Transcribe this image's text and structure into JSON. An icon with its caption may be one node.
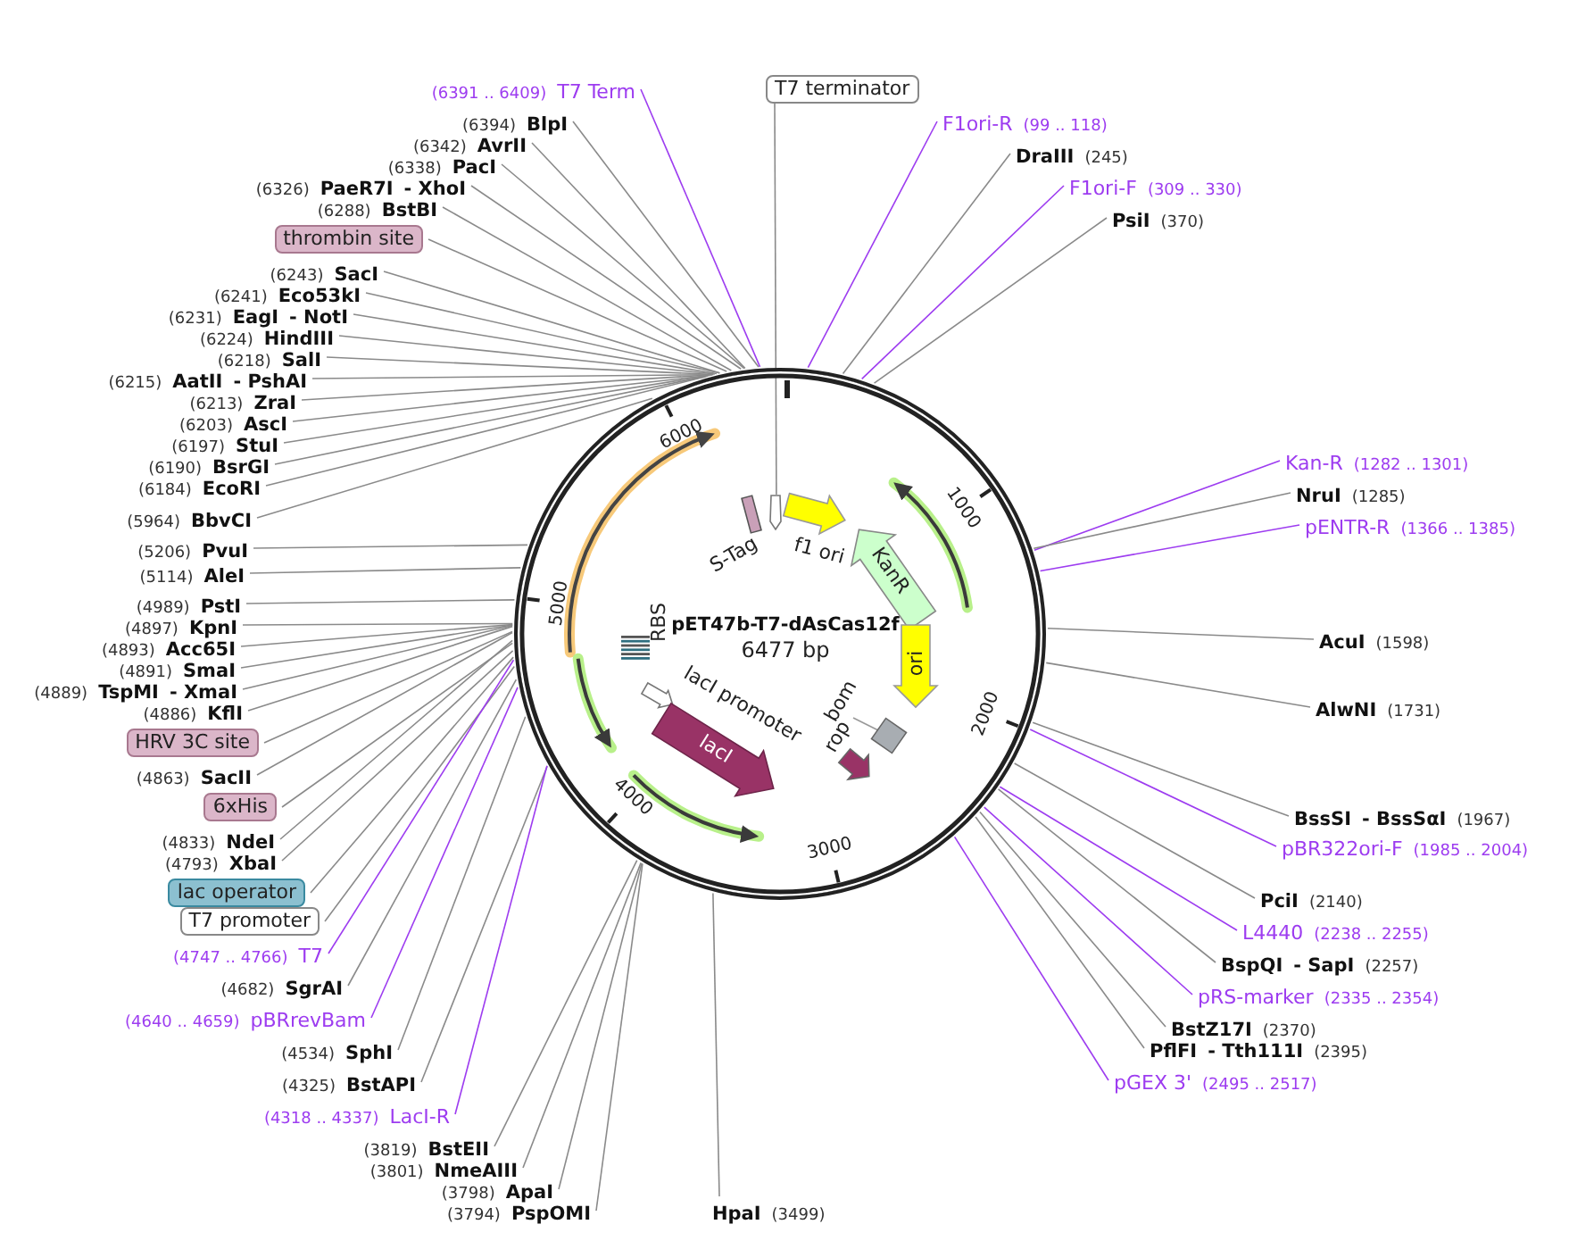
{
  "diagram": {
    "title": "pET47b-T7-dAsCas12f",
    "nodes": [
      {
        "text": [
          "(6391 .. 6409)",
          "T7 Term"
        ]
      },
      {
        "text": [
          "(6394)",
          "BlpI"
        ]
      },
      {
        "text": [
          "(6342)",
          "AvrII"
        ]
      },
      {
        "text": [
          "(6338)",
          "PacI"
        ]
      },
      {
        "text": [
          "(6326)",
          "PaeR7I",
          "- XhoI"
        ]
      },
      {
        "text": [
          "(6288)",
          "BstBI"
        ]
      },
      {
        "text": [
          "thrombin site"
        ]
      },
      {
        "text": [
          "(6243)",
          "SacI"
        ]
      },
      {
        "text": [
          "(6241)",
          "Eco53kI"
        ]
      },
      {
        "text": [
          "(6231)",
          "EagI",
          "- NotI"
        ]
      },
      {
        "text": [
          "(6224)",
          "HindIII"
        ]
      },
      {
        "text": [
          "(6218)",
          "SalI"
        ]
      },
      {
        "text": [
          "(6215)",
          "AatII",
          "- PshAI"
        ]
      },
      {
        "text": [
          "(6213)",
          "ZraI"
        ]
      },
      {
        "text": [
          "(6203)",
          "AscI"
        ]
      },
      {
        "text": [
          "(6197)",
          "StuI"
        ]
      },
      {
        "text": [
          "(6190)",
          "BsrGI"
        ]
      },
      {
        "text": [
          "(6184)",
          "EcoRI"
        ]
      },
      {
        "text": [
          "(5964)",
          "BbvCI"
        ]
      },
      {
        "text": [
          "(5206)",
          "PvuI"
        ]
      },
      {
        "text": [
          "(5114)",
          "AleI"
        ]
      },
      {
        "text": [
          "(4989)",
          "PstI"
        ]
      },
      {
        "text": [
          "(4897)",
          "KpnI"
        ]
      },
      {
        "text": [
          "(4893)",
          "Acc65I"
        ]
      },
      {
        "text": [
          "(4891)",
          "SmaI"
        ]
      },
      {
        "text": [
          "(4889)",
          "TspMI",
          "- XmaI"
        ]
      },
      {
        "text": [
          "(4886)",
          "KflI"
        ]
      },
      {
        "text": [
          "HRV 3C site"
        ]
      },
      {
        "text": [
          "(4863)",
          "SacII"
        ]
      },
      {
        "text": [
          "6xHis"
        ]
      },
      {
        "text": [
          "(4833)",
          "NdeI"
        ]
      },
      {
        "text": [
          "(4793)",
          "XbaI"
        ]
      },
      {
        "text": [
          "lac operator"
        ]
      },
      {
        "text": [
          "T7 promoter"
        ]
      },
      {
        "text": [
          "(4747 .. 4766)",
          "T7"
        ]
      },
      {
        "text": [
          "(4682)",
          "SgrAI"
        ]
      },
      {
        "text": [
          "(4640 .. 4659)",
          "pBRrevBam"
        ]
      },
      {
        "text": [
          "(4534)",
          "SphI"
        ]
      },
      {
        "text": [
          "(4325)",
          "BstAPI"
        ]
      },
      {
        "text": [
          "(4318 .. 4337)",
          "LacI-R"
        ]
      },
      {
        "text": [
          "(3819)",
          "BstEII"
        ]
      },
      {
        "text": [
          "(3801)",
          "NmeAIII"
        ]
      },
      {
        "text": [
          "(3798)",
          "ApaI"
        ]
      },
      {
        "text": [
          "(3794)",
          "PspOMI"
        ]
      },
      {
        "text": [
          "HpaI",
          "(3499)"
        ]
      },
      {
        "text": [
          "T7 terminator"
        ]
      },
      {
        "text": [
          "F1ori-R",
          "(99 .. 118)"
        ]
      },
      {
        "text": [
          "DraIII",
          "(245)"
        ]
      },
      {
        "text": [
          "F1ori-F",
          "(309 .. 330)"
        ]
      },
      {
        "text": [
          "PsiI",
          "(370)"
        ]
      },
      {
        "text": [
          "Kan-R",
          "(1282 .. 1301)"
        ]
      },
      {
        "text": [
          "NruI",
          "(1285)"
        ]
      },
      {
        "text": [
          "pENTR-R",
          "(1366 .. 1385)"
        ]
      },
      {
        "text": [
          "AcuI",
          "(1598)"
        ]
      },
      {
        "text": [
          "AlwNI",
          "(1731)"
        ]
      },
      {
        "text": [
          "BssSI",
          "- BssSαI",
          "(1967)"
        ]
      },
      {
        "text": [
          "pBR322ori-F",
          "(1985 .. 2004)"
        ]
      },
      {
        "text": [
          "PciI",
          "(2140)"
        ]
      },
      {
        "text": [
          "L4440",
          "(2238 .. 2255)"
        ]
      },
      {
        "text": [
          "BspQI",
          "- SapI",
          "(2257)"
        ]
      },
      {
        "text": [
          "pRS-marker",
          "(2335 .. 2354)"
        ]
      },
      {
        "text": [
          "BstZ17I",
          "(2370)"
        ]
      },
      {
        "text": [
          "PflFI",
          "- Tth111I",
          "(2395)"
        ]
      },
      {
        "text": [
          "pGEX 3'",
          "(2495 .. 2517)"
        ]
      },
      {
        "text": [
          "S-Tag"
        ],
        "in": 73
      },
      {
        "text": [
          "f1 ori"
        ],
        "in": 73
      },
      {
        "text": [
          "KanR"
        ],
        "in": 73
      },
      {
        "text": [
          "ori"
        ],
        "in": 73
      },
      {
        "text": [
          "bom"
        ],
        "in": 73
      },
      {
        "text": [
          "rop"
        ],
        "in": 73
      },
      {
        "text": [
          "RBS"
        ],
        "in": 73
      },
      {
        "text": [
          "lacI promoter"
        ],
        "in": 73
      },
      {
        "text": [
          "lacI"
        ],
        "in": 73
      },
      {
        "text": [],
        "shape": "circle"
      },
      {
        "text": [],
        "shape": "box",
        "in": 73
      }
    ],
    "edges": [
      {
        "from": 0,
        "to": 73,
        "arrow": "none",
        "color": "#9d3cf0"
      },
      {
        "from": 1,
        "to": 73,
        "arrow": "none"
      },
      {
        "from": 2,
        "to": 73,
        "arrow": "none"
      },
      {
        "from": 3,
        "to": 73,
        "arrow": "none"
      },
      {
        "from": 4,
        "to": 73,
        "arrow": "none"
      },
      {
        "from": 5,
        "to": 73,
        "arrow": "none"
      },
      {
        "from": 6,
        "to": 73,
        "arrow": "none"
      },
      {
        "from": 7,
        "to": 73,
        "arrow": "none"
      },
      {
        "from": 8,
        "to": 73,
        "arrow": "none"
      },
      {
        "from": 9,
        "to": 73,
        "arrow": "none"
      },
      {
        "from": 10,
        "to": 73,
        "arrow": "none"
      },
      {
        "from": 11,
        "to": 73,
        "arrow": "none"
      },
      {
        "from": 12,
        "to": 73,
        "arrow": "none"
      },
      {
        "from": 13,
        "to": 73,
        "arrow": "none"
      },
      {
        "from": 14,
        "to": 73,
        "arrow": "none"
      },
      {
        "from": 15,
        "to": 73,
        "arrow": "none"
      },
      {
        "from": 16,
        "to": 73,
        "arrow": "none"
      },
      {
        "from": 17,
        "to": 73,
        "arrow": "none"
      },
      {
        "from": 18,
        "to": 73,
        "arrow": "none"
      },
      {
        "from": 19,
        "to": 73,
        "arrow": "none"
      },
      {
        "from": 20,
        "to": 73,
        "arrow": "none"
      },
      {
        "from": 21,
        "to": 73,
        "arrow": "none"
      },
      {
        "from": 22,
        "to": 73,
        "arrow": "none"
      },
      {
        "from": 23,
        "to": 73,
        "arrow": "none"
      },
      {
        "from": 24,
        "to": 73,
        "arrow": "none"
      },
      {
        "from": 25,
        "to": 73,
        "arrow": "none"
      },
      {
        "from": 26,
        "to": 73,
        "arrow": "none"
      },
      {
        "from": 27,
        "to": 73,
        "arrow": "none"
      },
      {
        "from": 28,
        "to": 73,
        "arrow": "none"
      },
      {
        "from": 29,
        "to": 73,
        "arrow": "none"
      },
      {
        "from": 30,
        "to": 73,
        "arrow": "none"
      },
      {
        "from": 31,
        "to": 73,
        "arrow": "none"
      },
      {
        "from": 32,
        "to": 73,
        "arrow": "none"
      },
      {
        "from": 33,
        "to": 73,
        "arrow": "none"
      },
      {
        "from": 34,
        "to": 73,
        "arrow": "none",
        "color": "#9d3cf0"
      },
      {
        "from": 35,
        "to": 73,
        "arrow": "none"
      },
      {
        "from": 36,
        "to": 73,
        "arrow": "none",
        "color": "#9d3cf0"
      },
      {
        "from": 37,
        "to": 73,
        "arrow": "none"
      },
      {
        "from": 38,
        "to": 73,
        "arrow": "none"
      },
      {
        "from": 39,
        "to": 73,
        "arrow": "none",
        "color": "#9d3cf0"
      },
      {
        "from": 40,
        "to": 73,
        "arrow": "none"
      },
      {
        "from": 41,
        "to": 73,
        "arrow": "none"
      },
      {
        "from": 42,
        "to": 73,
        "arrow": "none"
      },
      {
        "from": 43,
        "to": 73,
        "arrow": "none"
      },
      {
        "from": 44,
        "to": 73,
        "arrow": "none"
      },
      {
        "from": 45,
        "to": 74,
        "arrow": "none"
      },
      {
        "from": 46,
        "to": 73,
        "arrow": "none",
        "color": "#9d3cf0"
      },
      {
        "from": 47,
        "to": 73,
        "arrow": "none"
      },
      {
        "from": 48,
        "to": 73,
        "arrow": "none",
        "color": "#9d3cf0"
      },
      {
        "from": 49,
        "to": 73,
        "arrow": "none"
      },
      {
        "from": 50,
        "to": 73,
        "arrow": "none",
        "color": "#9d3cf0"
      },
      {
        "from": 51,
        "to": 73,
        "arrow": "none"
      },
      {
        "from": 52,
        "to": 73,
        "arrow": "none",
        "color": "#9d3cf0"
      },
      {
        "from": 53,
        "to": 73,
        "arrow": "none"
      },
      {
        "from": 54,
        "to": 73,
        "arrow": "none"
      },
      {
        "from": 55,
        "to": 73,
        "arrow": "none"
      },
      {
        "from": 56,
        "to": 73,
        "arrow": "none",
        "color": "#9d3cf0"
      },
      {
        "from": 57,
        "to": 73,
        "arrow": "none"
      },
      {
        "from": 58,
        "to": 73,
        "arrow": "none",
        "color": "#9d3cf0"
      },
      {
        "from": 59,
        "to": 73,
        "arrow": "none"
      },
      {
        "from": 60,
        "to": 73,
        "arrow": "none",
        "color": "#9d3cf0"
      },
      {
        "from": 61,
        "to": 73,
        "arrow": "none"
      },
      {
        "from": 62,
        "to": 73,
        "arrow": "none"
      },
      {
        "from": 63,
        "to": 73,
        "arrow": "none",
        "color": "#9d3cf0"
      }
    ],
    "labels": [
      "6477 bp",
      "1000",
      "2000",
      "3000",
      "4000",
      "5000",
      "6000"
    ]
  }
}
